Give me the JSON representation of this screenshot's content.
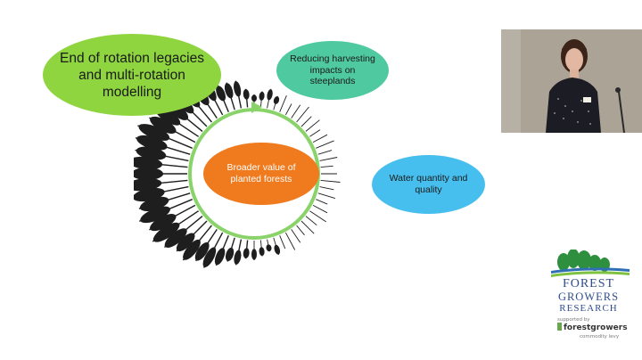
{
  "slide": {
    "bubbles": {
      "legacies": "End of rotation legacies and multi-rotation modelling",
      "harvesting": "Reducing harvesting impacts on steeplands",
      "water": "Water quantity and quality",
      "broader": "Broader value of planted forests"
    }
  },
  "logo": {
    "line1": "FOREST",
    "line2": "GROWERS",
    "line3": "RESEARCH",
    "supported_by": "supported by",
    "brand": "forestgrowers",
    "levy": "commodity levy"
  },
  "colors": {
    "green": "#8ed53f",
    "teal": "#4fc9a0",
    "blue": "#46bfee",
    "orange": "#f07a1e",
    "ring": "#8ad36a",
    "logo_blue": "#2f4e8c"
  },
  "icons": [
    "tree-ring-icon",
    "ring-arrow-icon",
    "forest-logo-icon",
    "forestgrowers-mark-icon"
  ]
}
